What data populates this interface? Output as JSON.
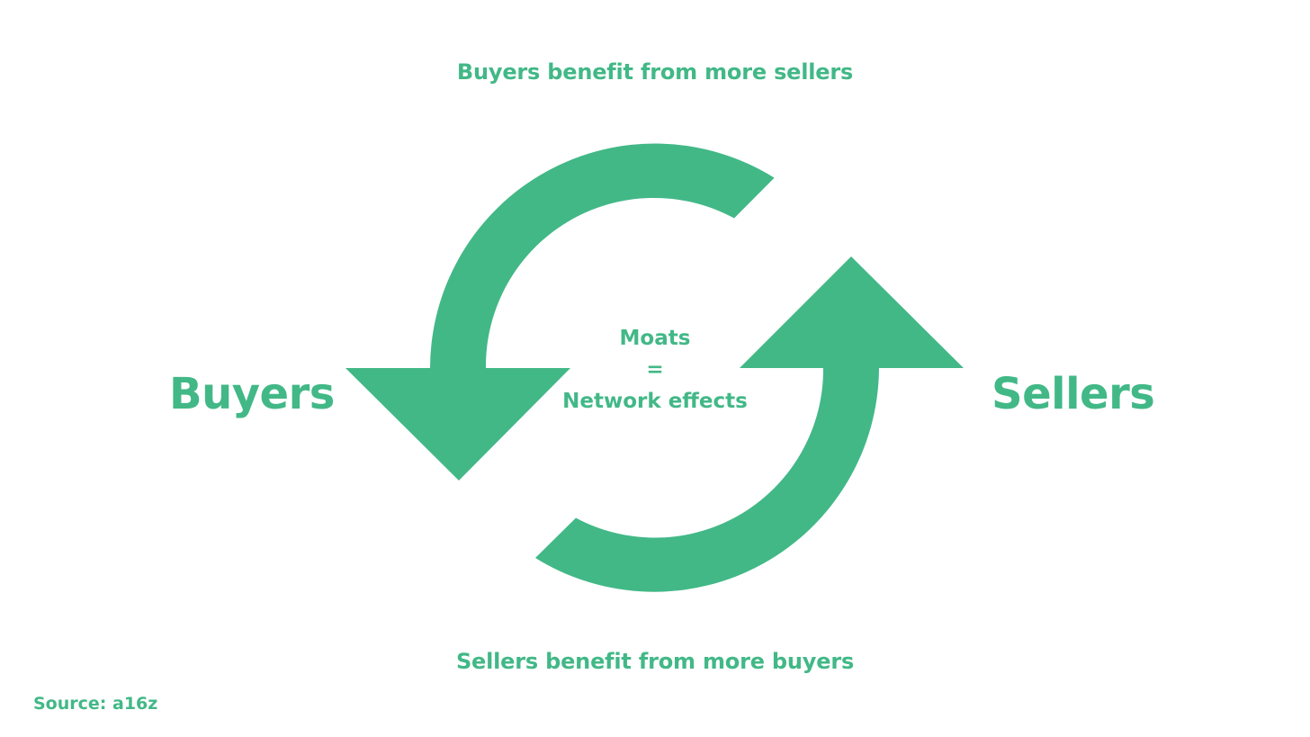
{
  "diagram": {
    "top_caption": "Buyers benefit from more sellers",
    "bottom_caption": "Sellers benefit from more buyers",
    "left_node": "Buyers",
    "right_node": "Sellers",
    "center": {
      "line1": "Moats",
      "line2": "=",
      "line3": "Network effects"
    },
    "source": "Source: a16z",
    "colors": {
      "accent": "#42b887",
      "background": "#ffffff"
    },
    "icons": [
      "cycle-arrow-left-icon",
      "cycle-arrow-right-icon"
    ]
  }
}
